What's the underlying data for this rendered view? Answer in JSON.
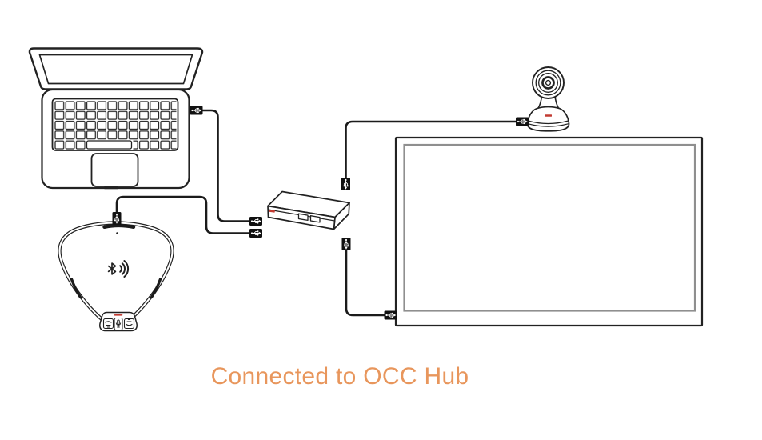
{
  "page": {
    "background_color": "#FFFFFF"
  },
  "caption": {
    "text": "Connected to OCC Hub",
    "color": "#E8965C"
  },
  "theme": {
    "bg": "#FFFFFF",
    "line": "#222222",
    "cable": "#1B1B1B",
    "plug": "#111111",
    "red": "#C23B32",
    "tvinner": "#8F8F8F",
    "caption": "#E8965C"
  },
  "diagram": {
    "devices": [
      {
        "id": "laptop",
        "icon": "laptop-icon"
      },
      {
        "id": "speakerphone",
        "icon": "speakerphone-icon",
        "detail_icons": [
          "bluetooth-icon",
          "usb-connector-icon",
          "call-answer-icon",
          "microphone-icon",
          "call-end-icon"
        ]
      },
      {
        "id": "occ-hub",
        "icon": "usb-hub-icon",
        "usb_ports_visible": 2
      },
      {
        "id": "camera",
        "icon": "camera-icon"
      },
      {
        "id": "tv",
        "icon": "tv-icon"
      }
    ],
    "connections": [
      {
        "from": "laptop",
        "to": "occ-hub",
        "type": "USB"
      },
      {
        "from": "speakerphone",
        "to": "occ-hub",
        "type": "USB"
      },
      {
        "from": "occ-hub",
        "to": "camera",
        "type": "USB"
      },
      {
        "from": "occ-hub",
        "to": "tv",
        "type": "USB"
      }
    ]
  }
}
